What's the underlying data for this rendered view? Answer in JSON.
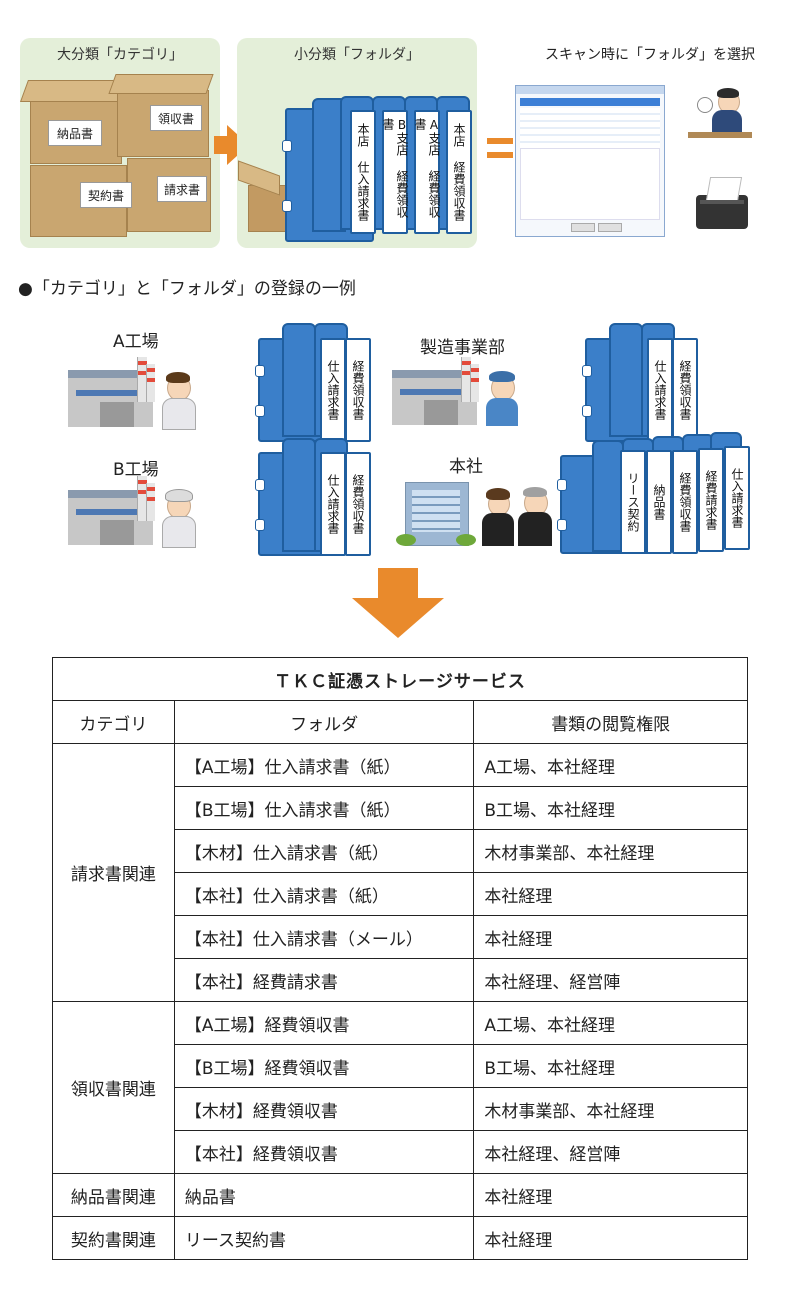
{
  "flow": {
    "category_title": "大分類「カテゴリ」",
    "folder_title": "小分類「フォルダ」",
    "scan_title": "スキャン時に「フォルダ」を選択",
    "box_labels": [
      "納品書",
      "領収書",
      "契約書",
      "請求書"
    ],
    "binder_spines": [
      "本店 仕入請求書",
      "B支店 経費領収書",
      "A支店 経費領収書",
      "本店 経費領収書"
    ]
  },
  "example_heading": "●「カテゴリ」と「フォルダ」の登録の一例",
  "example": {
    "a_factory": "A工場",
    "b_factory": "B工場",
    "manufacturing": "製造事業部",
    "head_office": "本社",
    "a_spines": [
      "仕入請求書",
      "経費領収書"
    ],
    "b_spines": [
      "仕入請求書",
      "経費領収書"
    ],
    "mfg_spines": [
      "仕入請求書",
      "経費領収書"
    ],
    "ho_spines": [
      "リース契約",
      "納品書",
      "経費領収書",
      "経費請求書",
      "仕入請求書"
    ]
  },
  "table": {
    "title": "ＴＫＣ証憑ストレージサービス",
    "headers": [
      "カテゴリ",
      "フォルダ",
      "書類の閲覧権限"
    ],
    "groups": [
      {
        "category": "請求書関連",
        "rows": [
          [
            "【A工場】仕入請求書（紙）",
            "A工場、本社経理"
          ],
          [
            "【B工場】仕入請求書（紙）",
            "B工場、本社経理"
          ],
          [
            "【木材】仕入請求書（紙）",
            "木材事業部、本社経理"
          ],
          [
            "【本社】仕入請求書（紙）",
            "本社経理"
          ],
          [
            "【本社】仕入請求書（メール）",
            "本社経理"
          ],
          [
            "【本社】経費請求書",
            "本社経理、経営陣"
          ]
        ]
      },
      {
        "category": "領収書関連",
        "rows": [
          [
            "【A工場】経費領収書",
            "A工場、本社経理"
          ],
          [
            "【B工場】経費領収書",
            "B工場、本社経理"
          ],
          [
            "【木材】経費領収書",
            "木材事業部、本社経理"
          ],
          [
            "【本社】経費領収書",
            "本社経理、経営陣"
          ]
        ]
      },
      {
        "category": "納品書関連",
        "rows": [
          [
            "納品書",
            "本社経理"
          ]
        ]
      },
      {
        "category": "契約書関連",
        "rows": [
          [
            "リース契約書",
            "本社経理"
          ]
        ]
      }
    ]
  },
  "colors": {
    "panel": "#e4efd9",
    "arrow": "#e98a2c",
    "binder": "#3b7fc9"
  }
}
